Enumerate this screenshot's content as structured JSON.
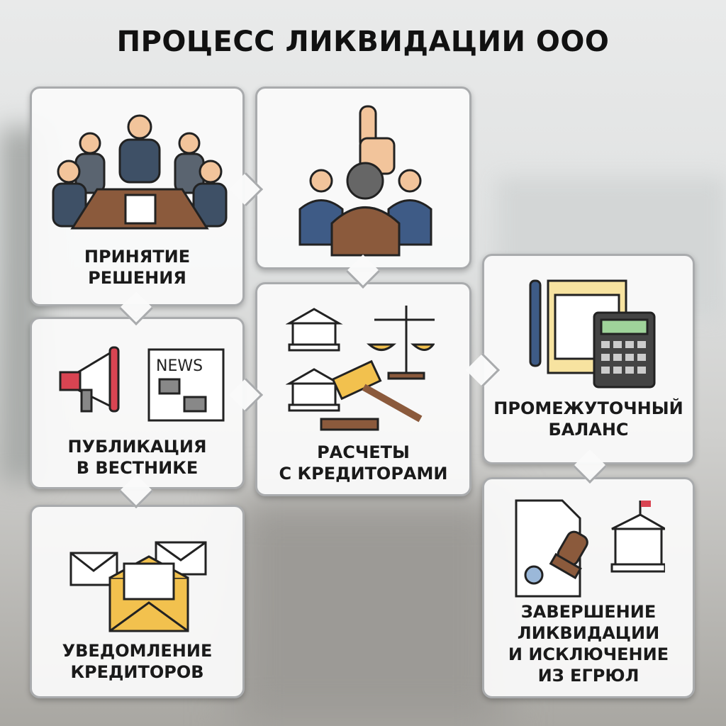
{
  "title": "ПРОЦЕСС ЛИКВИДАЦИИ ООО",
  "steps": [
    {
      "label": [
        "ПРИНЯТИЕ",
        "РЕШЕНИЯ"
      ],
      "icon": "meeting-table-icon"
    },
    {
      "label": [],
      "icon": "thumbs-up-vote-icon"
    },
    {
      "label": [
        "ПУБЛИКАЦИЯ",
        "В ВЕСТНИКЕ"
      ],
      "icon": "megaphone-newspaper-icon",
      "news_text": "NEWS"
    },
    {
      "label": [
        "РАСЧЕТЫ",
        "С КРЕДИТОРАМИ"
      ],
      "icon": "court-scales-gavel-icon"
    },
    {
      "label": [
        "ПРОМЕЖУТОЧНЫЙ",
        "БАЛАНС"
      ],
      "icon": "spreadsheet-calculator-icon"
    },
    {
      "label": [
        "УВЕДОМЛЕНИЕ",
        "КРЕДИТОРОВ"
      ],
      "icon": "envelopes-icon"
    },
    {
      "label": [
        "ЗАВЕРШЕНИЕ",
        "ЛИКВИДАЦИИ",
        "И ИСКЛЮЧЕНИЕ",
        "ИЗ ЕГРЮЛ"
      ],
      "icon": "document-stamp-government-icon"
    }
  ]
}
